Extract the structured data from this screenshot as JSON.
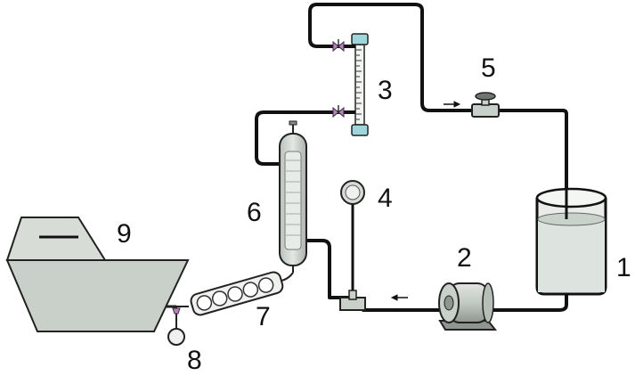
{
  "labels": {
    "tank": "1",
    "pump": "2",
    "flowmeter": "3",
    "pressure_gauge": "4",
    "valve": "5",
    "column": "6",
    "chain_module": "7",
    "sampler": "8",
    "outlet_tank": "9"
  },
  "colors": {
    "pipe": "#111111",
    "equipment_fill": "#c9cfc9",
    "equipment_dark": "#8f9690",
    "liquid": "#dde3df",
    "flowmeter_cap": "#9fd6dc",
    "valve_handle": "#c07cc7",
    "line": "#222222"
  },
  "icons": [
    "flow-arrow-icon"
  ]
}
